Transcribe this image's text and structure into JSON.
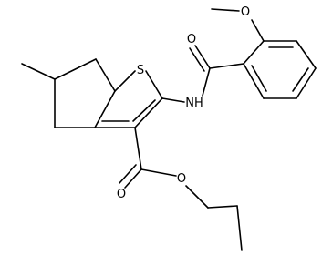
{
  "diagram": {
    "type": "chemical-structure",
    "atom_labels": {
      "sulfur": "S",
      "amide_nitrogen": "NH",
      "amide_oxygen": "O",
      "methoxy_oxygen": "O",
      "ester_carbonyl_oxygen": "O",
      "ester_alkoxy_oxygen": "O"
    }
  }
}
